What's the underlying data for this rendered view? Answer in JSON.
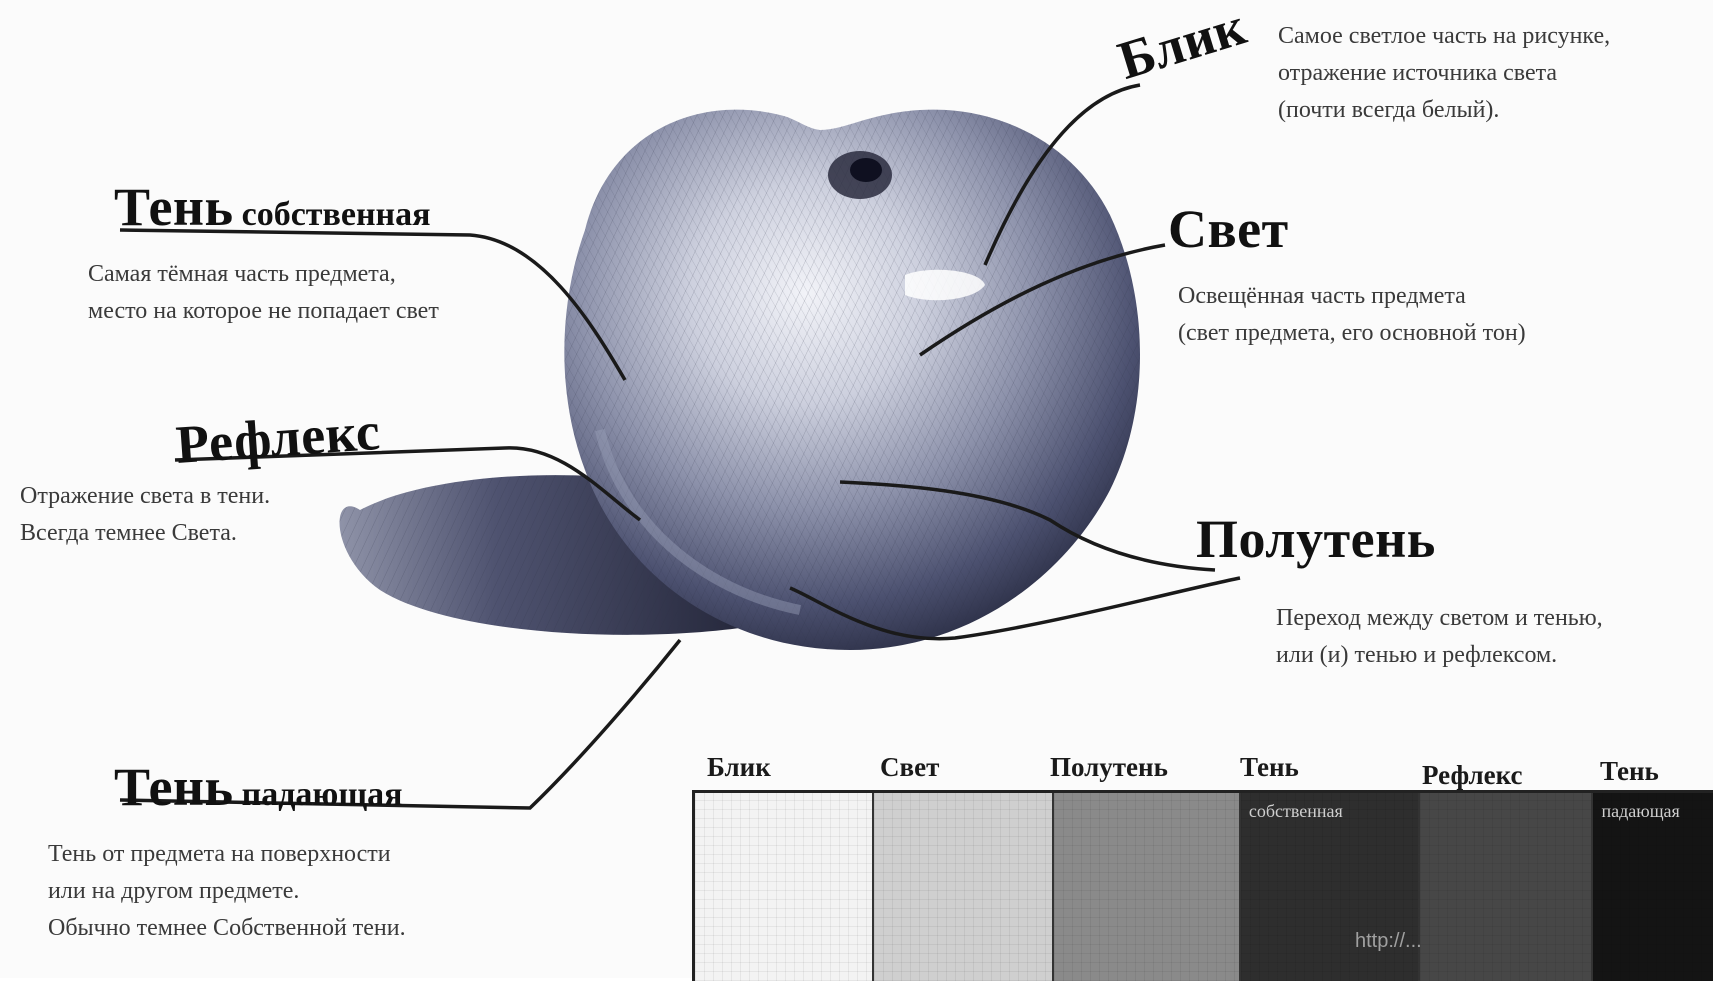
{
  "labels": {
    "blik": {
      "title": "Блик",
      "lines": [
        "Самое светлое часть на рисунке,",
        "отражение источника света",
        "(почти всегда белый)."
      ]
    },
    "svet": {
      "title": "Свет",
      "lines": [
        "Освещённая часть предмета",
        "(свет предмета, его основной тон)"
      ]
    },
    "ten_sobstvennaya": {
      "title": "Тень",
      "subtitle": "собственная",
      "lines": [
        "Самая тёмная часть предмета,",
        "место на которое не попадает свет"
      ]
    },
    "refleks": {
      "title": "Рефлекс",
      "lines": [
        "Отражение света в тени.",
        "Всегда темнее Света."
      ]
    },
    "poluten": {
      "title": "Полутень",
      "lines": [
        "Переход между светом и тенью,",
        "или (и) тенью и рефлексом."
      ]
    },
    "ten_padayuschaya": {
      "title": "Тень",
      "subtitle": "падающая",
      "lines": [
        "Тень от предмета на поверхности",
        "или на другом предмете.",
        "Обычно темнее Собственной тени."
      ]
    }
  },
  "tone_scale": {
    "columns": [
      {
        "label": "Блик",
        "caption": "",
        "color": "#f3f3f3"
      },
      {
        "label": "Свет",
        "caption": "",
        "color": "#cfcfcf"
      },
      {
        "label": "Полутень",
        "caption": "",
        "color": "#8a8a8a"
      },
      {
        "label": "Тень",
        "caption": "собственная",
        "color": "#2e2e2e"
      },
      {
        "label": "Рефлекс",
        "caption": "",
        "color": "#474747"
      },
      {
        "label": "Тень",
        "caption": "падающая",
        "color": "#141414"
      }
    ]
  },
  "watermark": "http://..."
}
